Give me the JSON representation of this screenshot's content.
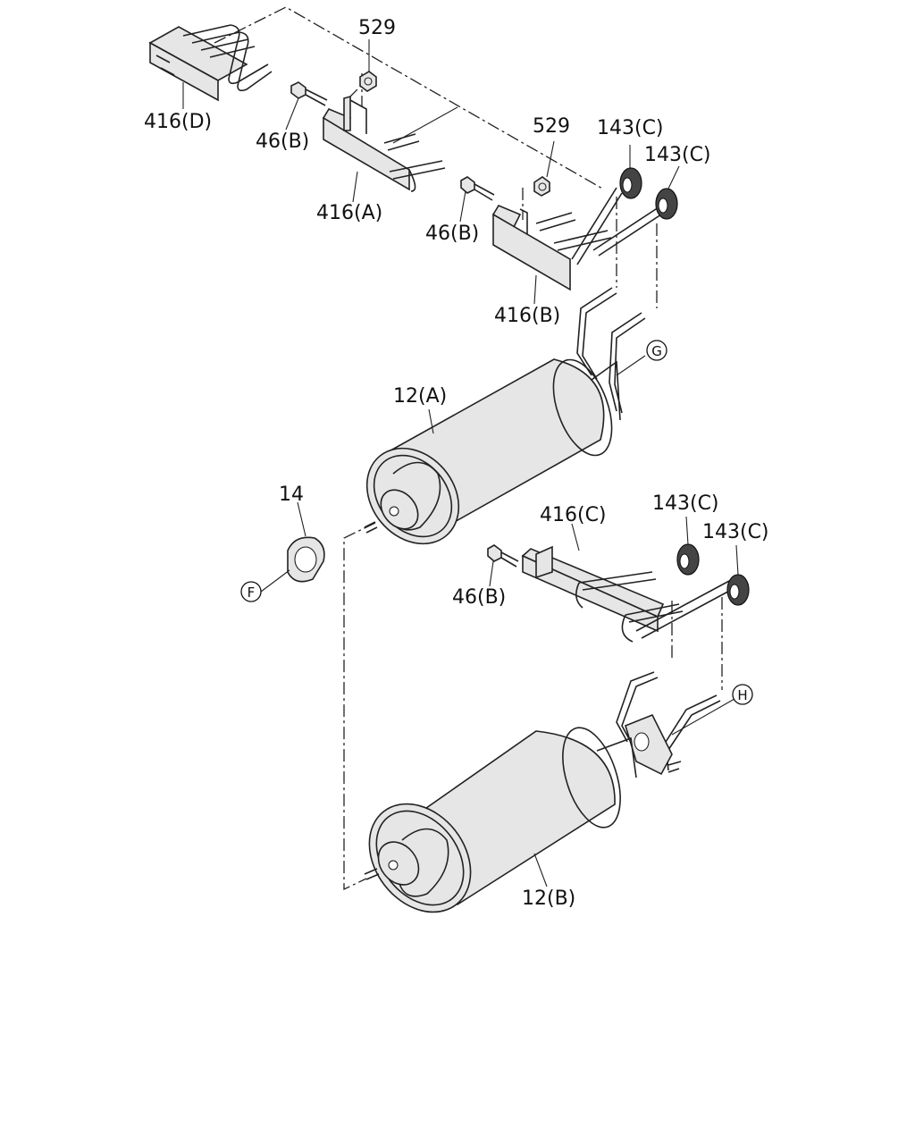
{
  "labels": {
    "l_416d": "416(D)",
    "l_46b_1": "46(B)",
    "l_529_1": "529",
    "l_416a": "416(A)",
    "l_529_2": "529",
    "l_46b_2": "46(B)",
    "l_143c_1": "143(C)",
    "l_143c_2": "143(C)",
    "l_416b": "416(B)",
    "l_12a": "12(A)",
    "l_14": "14",
    "l_416c": "416(C)",
    "l_143c_3": "143(C)",
    "l_143c_4": "143(C)",
    "l_46b_3": "46(B)",
    "l_12b": "12(B)"
  },
  "callouts": {
    "g": "G",
    "f": "F",
    "h": "H"
  }
}
